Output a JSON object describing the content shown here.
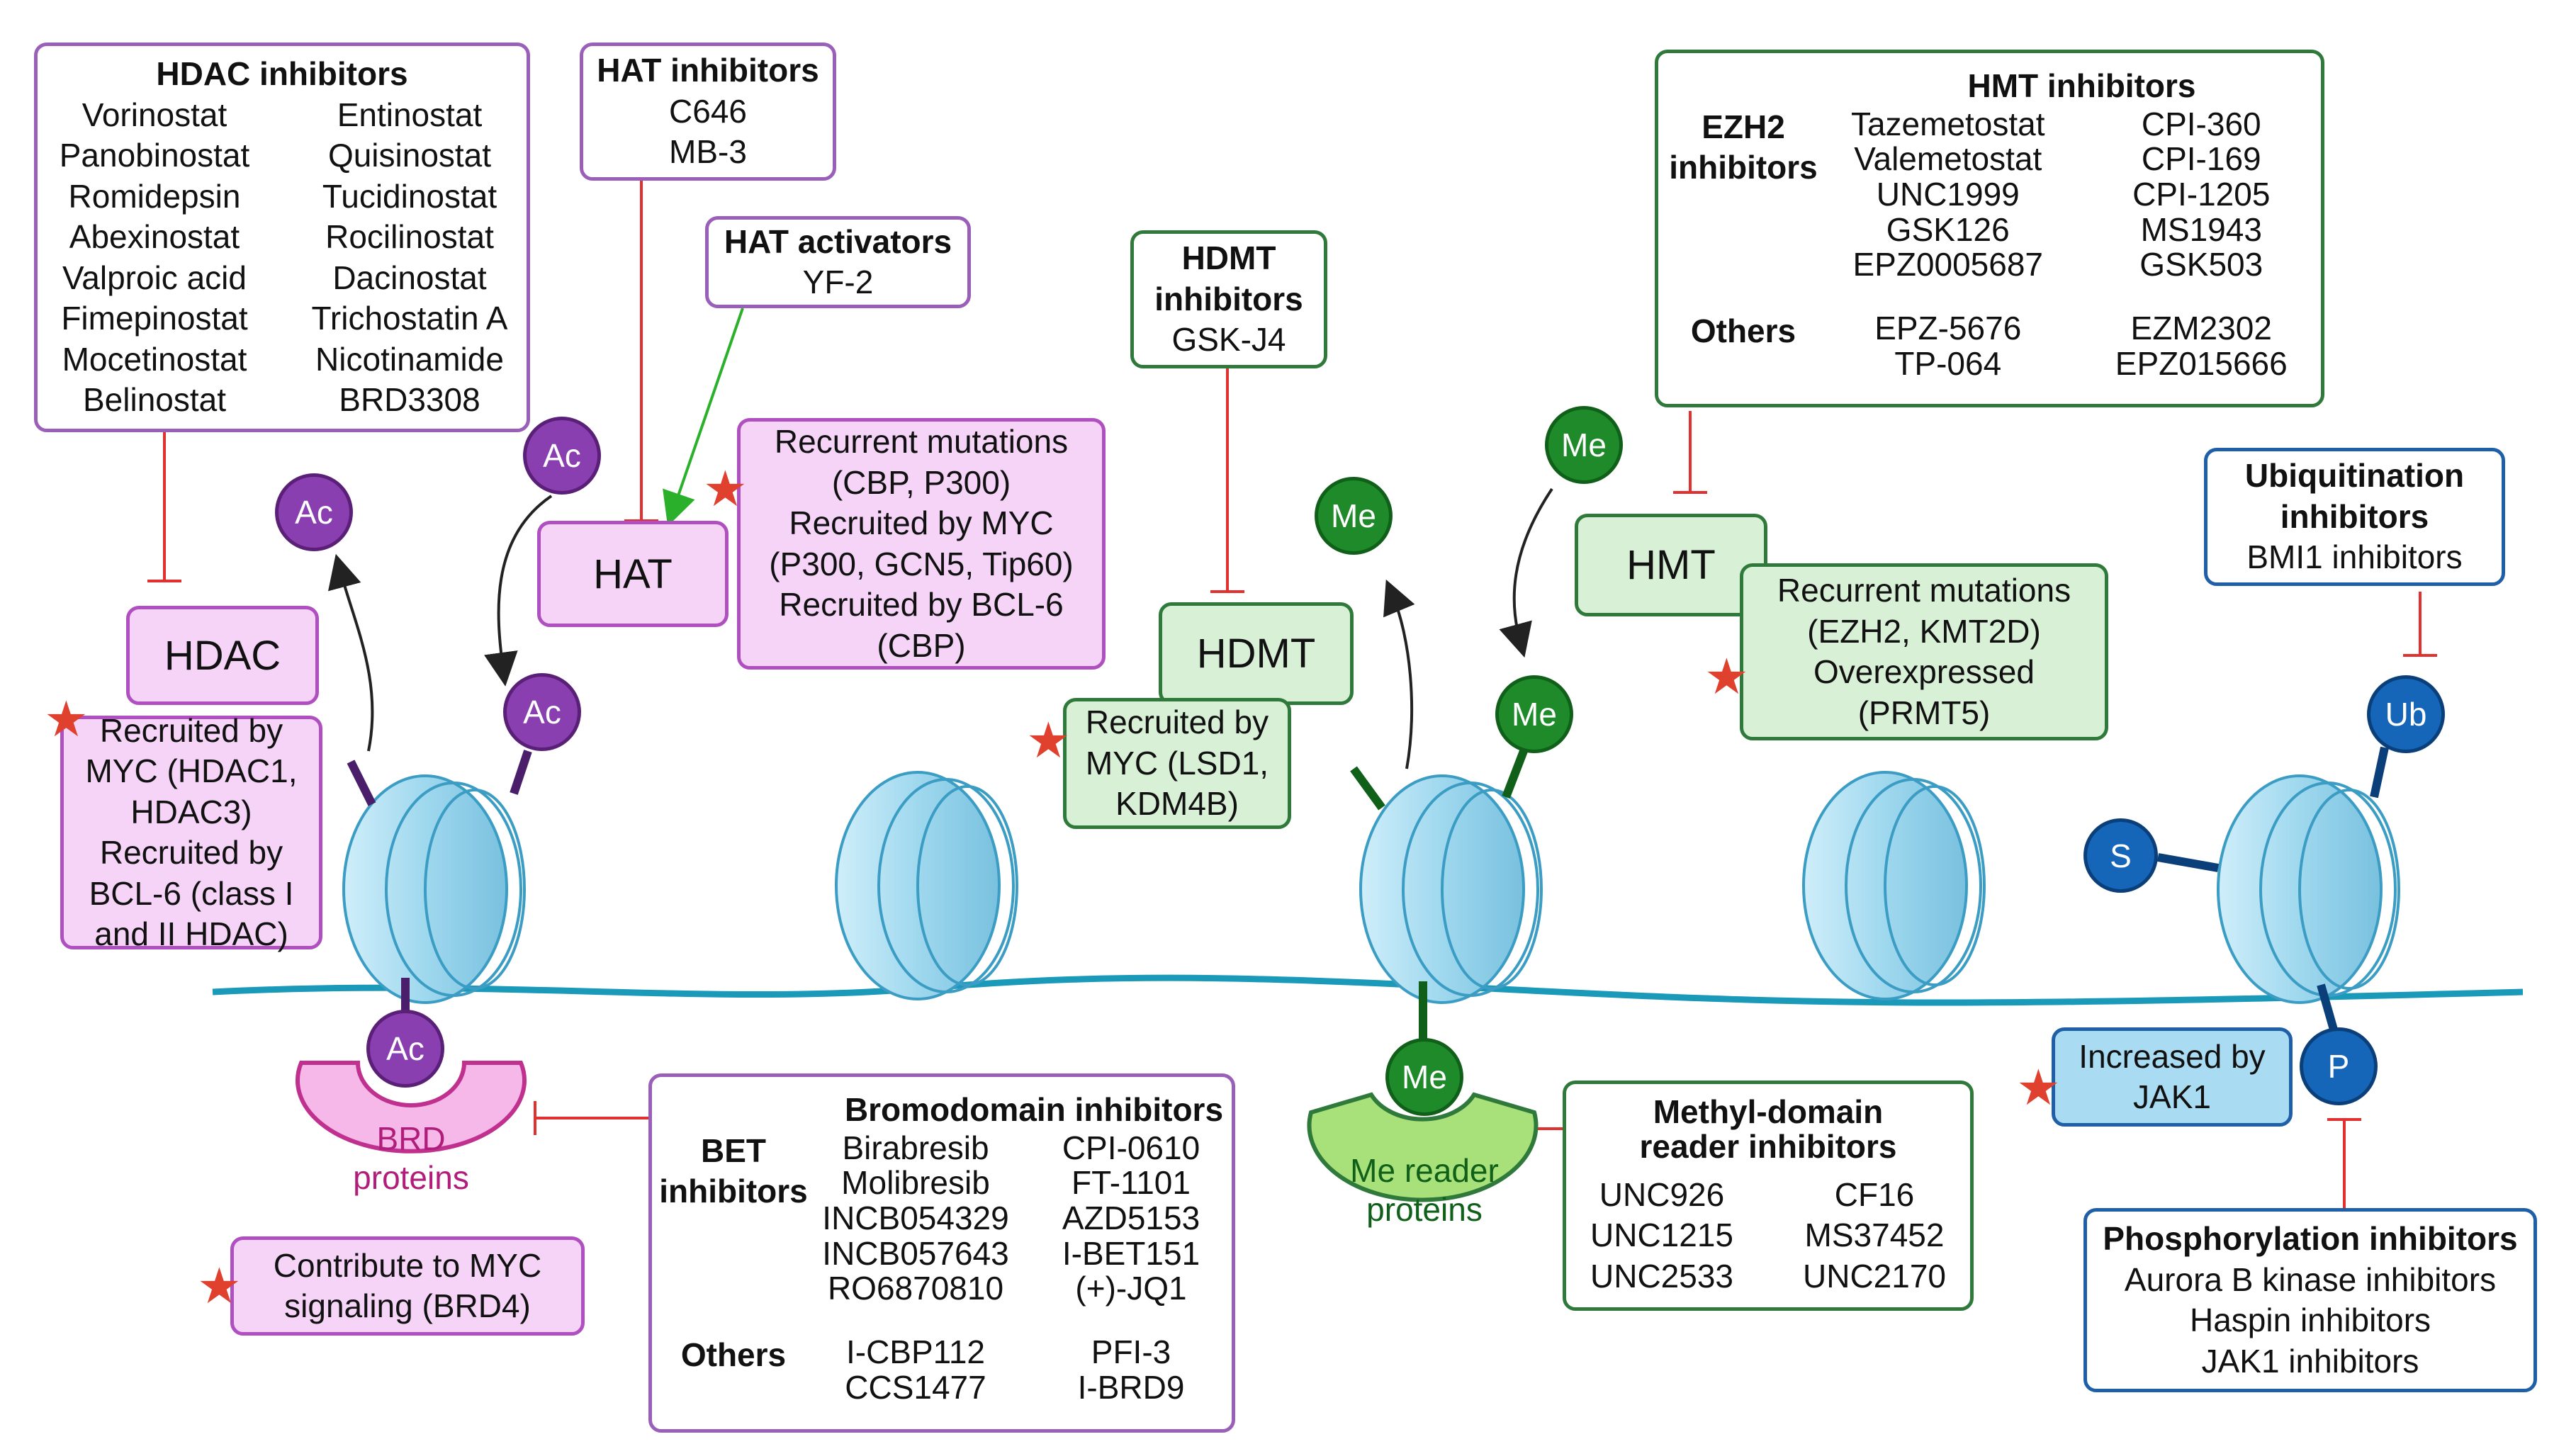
{
  "hdac_inhibitors": {
    "title": "HDAC inhibitors",
    "col1": [
      "Vorinostat",
      "Panobinostat",
      "Romidepsin",
      "Abexinostat",
      "Valproic acid",
      "Fimepinostat",
      "Mocetinostat",
      "Belinostat"
    ],
    "col2": [
      "Entinostat",
      "Quisinostat",
      "Tucidinostat",
      "Rocilinostat",
      "Dacinostat",
      "Trichostatin A",
      "Nicotinamide",
      "BRD3308"
    ]
  },
  "hat_inhibitors": {
    "title": "HAT inhibitors",
    "items": [
      "C646",
      "MB-3"
    ]
  },
  "hat_activators": {
    "title": "HAT activators",
    "items": [
      "YF-2"
    ]
  },
  "hdmt_inhibitors": {
    "title_l1": "HDMT",
    "title_l2": "inhibitors",
    "items": [
      "GSK-J4"
    ]
  },
  "hmt_inhibitors": {
    "title": "HMT inhibitors",
    "ezh2_label_l1": "EZH2",
    "ezh2_label_l2": "inhibitors",
    "ezh2_col1": [
      "Tazemetostat",
      "Valemetostat",
      "UNC1999",
      "GSK126",
      "EPZ0005687"
    ],
    "ezh2_col2": [
      "CPI-360",
      "CPI-169",
      "CPI-1205",
      "MS1943",
      "GSK503"
    ],
    "others_label": "Others",
    "others_col1": [
      "EPZ-5676",
      "TP-064"
    ],
    "others_col2": [
      "EZM2302",
      "EPZ015666"
    ]
  },
  "ubiquitination_inhibitors": {
    "title_l1": "Ubiquitination",
    "title_l2": "inhibitors",
    "items": [
      "BMI1 inhibitors"
    ]
  },
  "bromodomain_inhibitors": {
    "title": "Bromodomain inhibitors",
    "bet_label_l1": "BET",
    "bet_label_l2": "inhibitors",
    "bet_col1": [
      "Birabresib",
      "Molibresib",
      "INCB054329",
      "INCB057643",
      "RO6870810"
    ],
    "bet_col2": [
      "CPI-0610",
      "FT-1101",
      "AZD5153",
      "I-BET151",
      "(+)-JQ1"
    ],
    "others_label": "Others",
    "others_col1": [
      "I-CBP112",
      "CCS1477"
    ],
    "others_col2": [
      "PFI-3",
      "I-BRD9"
    ]
  },
  "methyl_reader_inhibitors": {
    "title_l1": "Methyl-domain",
    "title_l2": "reader inhibitors",
    "col1": [
      "UNC926",
      "UNC1215",
      "UNC2533"
    ],
    "col2": [
      "CF16",
      "MS37452",
      "UNC2170"
    ]
  },
  "phosphorylation_inhibitors": {
    "title": "Phosphorylation inhibitors",
    "items": [
      "Aurora B kinase inhibitors",
      "Haspin inhibitors",
      "JAK1 inhibitors"
    ]
  },
  "enzymes": {
    "hdac": "HDAC",
    "hat": "HAT",
    "hdmt": "HDMT",
    "hmt": "HMT"
  },
  "notes": {
    "hdac": [
      "Recruited by",
      "MYC (HDAC1,",
      "HDAC3)",
      "Recruited by",
      "BCL-6 (class I",
      "and II HDAC)"
    ],
    "hat": [
      "Recurrent mutations",
      "(CBP, P300)",
      "Recruited by MYC",
      "(P300, GCN5, Tip60)",
      "Recruited by BCL-6",
      "(CBP)"
    ],
    "hdmt": [
      "Recruited by",
      "MYC (LSD1,",
      "KDM4B)"
    ],
    "hmt": [
      "Recurrent mutations",
      "(EZH2, KMT2D)",
      "Overexpressed",
      "(PRMT5)"
    ],
    "brd": [
      "Contribute to MYC",
      "signaling (BRD4)"
    ],
    "jak": [
      "Increased by",
      "JAK1"
    ]
  },
  "readers": {
    "brd_l1": "BRD",
    "brd_l2": "proteins",
    "me_l1": "Me reader",
    "me_l2": "proteins"
  },
  "marks": {
    "ac": "Ac",
    "me": "Me",
    "ub": "Ub",
    "s": "S",
    "p": "P"
  },
  "colors": {
    "acetyl": "#8a3fb0",
    "methyl": "#1e8a2a",
    "ubiquitin": "#1566b8",
    "dna": "#1a9ab8",
    "inhibit_line": "#e03030",
    "activate_line": "#2ab02a",
    "star": "#e0402e"
  }
}
